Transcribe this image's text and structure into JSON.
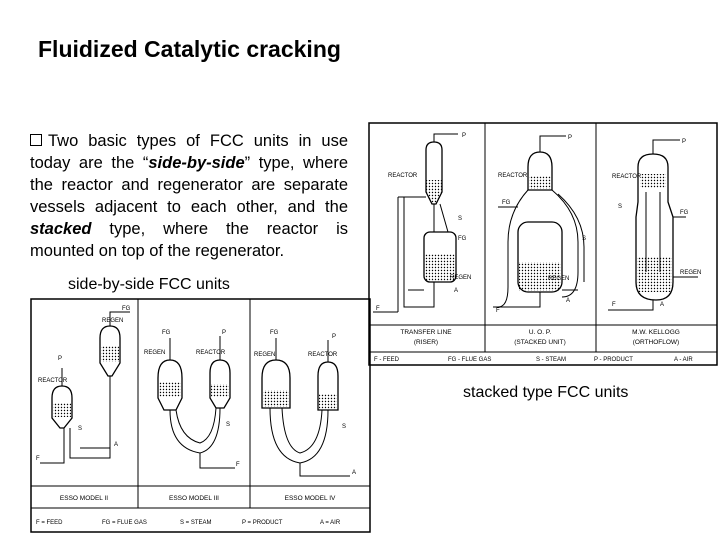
{
  "slide": {
    "title": "Fluidized Catalytic cracking",
    "bullet_icon": "checkbox-bullet-icon",
    "paragraph": {
      "p1": "Two basic types of FCC units in use today are the “",
      "e1": "side-by-side",
      "p2": "” type, where the reactor and regenerator are separate vessels adjacent to each other, and the ",
      "e2": "stacked",
      "p3": " type, where the reactor is mounted on top of the regenerator."
    },
    "caption_side_by_side": "side-by-side FCC units",
    "caption_stacked": "stacked type FCC units"
  },
  "stacked_figure": {
    "units": [
      {
        "name": "TRANSFER LINE",
        "sub": "(RISER)"
      },
      {
        "name": "U. O. P.",
        "sub": "(STACKED UNIT)"
      },
      {
        "name": "M.W. KELLOGG",
        "sub": "(ORTHOFLOW)"
      }
    ],
    "labels": {
      "reactor": "REACTOR",
      "regen": "REGEN",
      "p": "P",
      "fg": "FG",
      "s": "S",
      "a": "A",
      "f": "F"
    },
    "legend": [
      "F - FEED",
      "FG - FLUE GAS",
      "S - STEAM",
      "P - PRODUCT",
      "A - AIR"
    ]
  },
  "side_figure": {
    "units": [
      "ESSO MODEL II",
      "ESSO MODEL III",
      "ESSO MODEL IV"
    ],
    "labels": {
      "reactor": "REACTOR",
      "regen": "REGEN",
      "p": "P",
      "fg": "FG",
      "s": "S",
      "a": "A",
      "f": "F"
    },
    "legend": [
      "F = FEED",
      "FG = FLUE GAS",
      "S = STEAM",
      "P = PRODUCT",
      "A = AIR"
    ]
  }
}
